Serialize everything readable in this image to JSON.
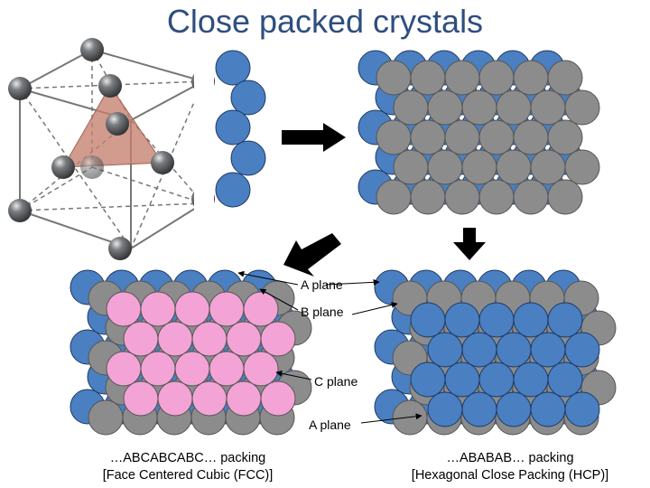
{
  "title": "Close packed crystals",
  "labels": {
    "a_plane_top": "A plane",
    "b_plane": "B plane",
    "c_plane": "C plane",
    "a_plane_bottom": "A plane"
  },
  "captions": {
    "fcc_line1": "…ABCABCABC… packing",
    "fcc_line2": "[Face Centered Cubic (FCC)]",
    "hcp_line1": "…ABABAB… packing",
    "hcp_line2": "[Hexagonal Close Packing (HCP)]"
  },
  "colors": {
    "title": "#2e4e7e",
    "a_layer": "#4a7fc1",
    "b_layer": "#8c8c8c",
    "c_layer": "#f4a3d6",
    "triangle": "#c47f6e",
    "sphere": "#6b6e70"
  }
}
